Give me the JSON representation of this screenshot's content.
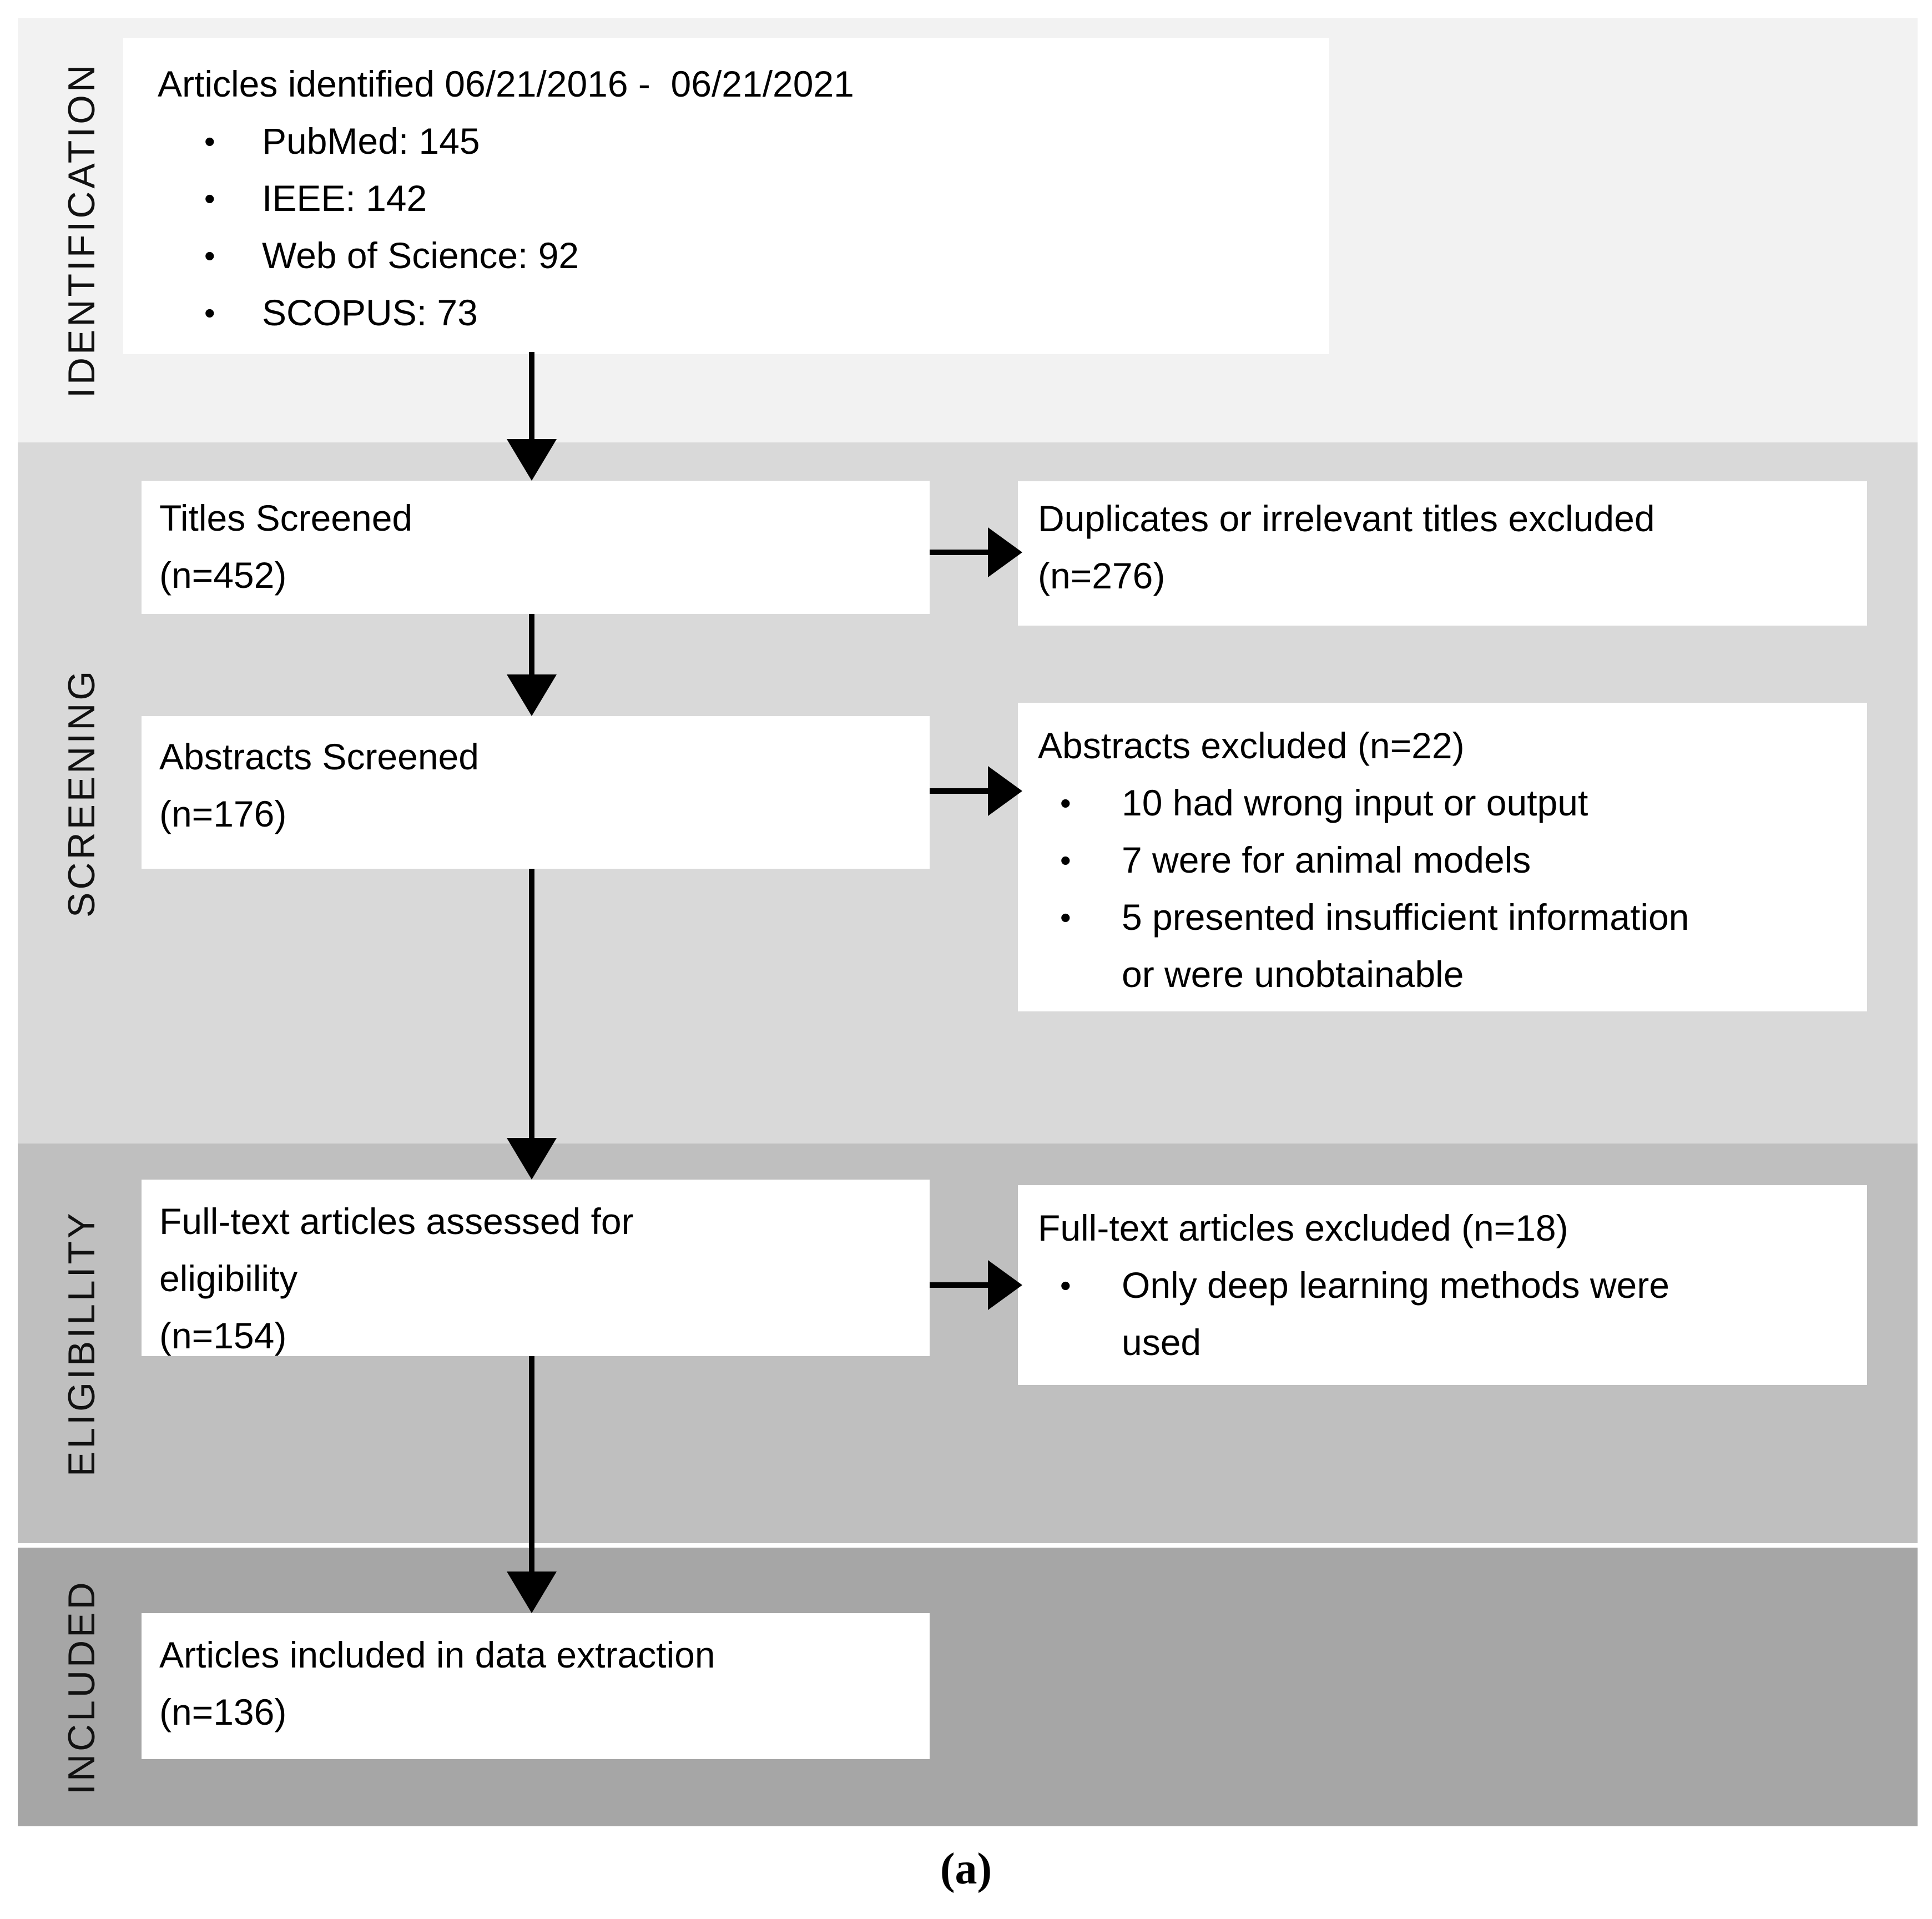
{
  "ui": {
    "bullet_char": "•",
    "caption": "(a)"
  },
  "colors": {
    "band_identification": "#F2F2F2",
    "band_screening": "#D9D9D9",
    "band_eligibility": "#BFBFBF",
    "band_included": "#A6A6A6",
    "box_background": "#FFFFFF",
    "text_and_arrows": "#000000"
  },
  "bands": {
    "identification": "IDENTIFICATION",
    "screening": "SCREENING",
    "eligibility": "ELIGIBILLITY",
    "included": "INCLUDED"
  },
  "boxes": {
    "identified": {
      "title": "Articles identified 06/21/2016 -  06/21/2021",
      "bullets": [
        "PubMed: 145",
        "IEEE: 142",
        "Web of Science: 92",
        "SCOPUS: 73"
      ]
    },
    "titles_screened": {
      "line1": "Titles Screened",
      "line2": "(n=452)"
    },
    "duplicates_excluded": {
      "line1": "Duplicates or irrelevant titles excluded",
      "line2": "(n=276)"
    },
    "abstracts_screened": {
      "line1": "Abstracts Screened",
      "line2": "(n=176)"
    },
    "abstracts_excluded": {
      "title": "Abstracts excluded (n=22)",
      "bullets": [
        "10 had wrong input or output",
        "7 were for animal models",
        "5 presented insufficient information\nor were unobtainable"
      ]
    },
    "fulltext_assessed": {
      "line1": "Full-text articles assessed for\neligibility",
      "line2": "(n=154)"
    },
    "fulltext_excluded": {
      "title": "Full-text articles excluded (n=18)",
      "bullets": [
        "Only deep learning methods were\nused"
      ]
    },
    "included_articles": {
      "line1": "Articles included in data extraction",
      "line2": "(n=136)"
    }
  }
}
